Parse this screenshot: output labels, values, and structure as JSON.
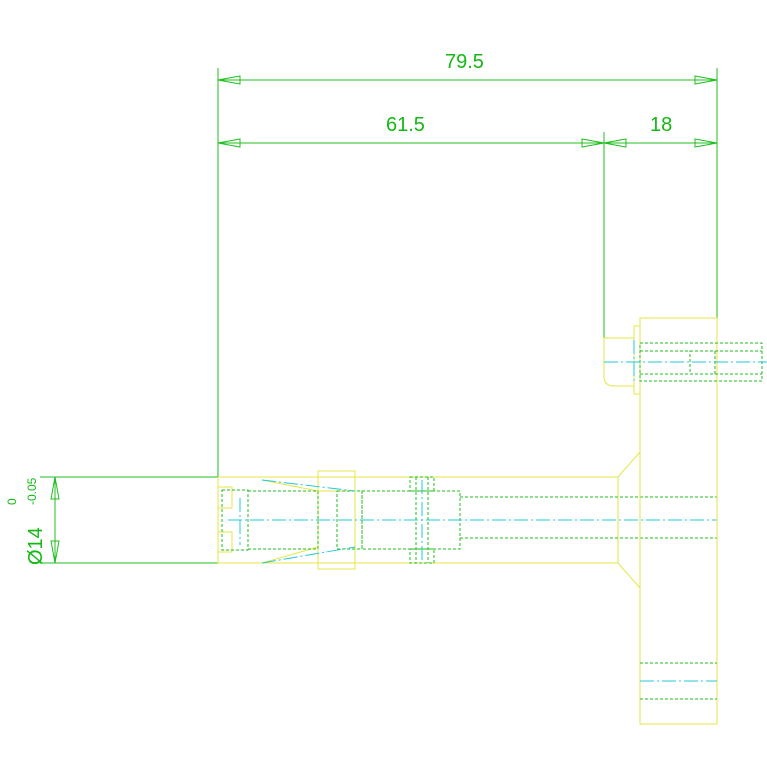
{
  "dimensions": {
    "overall_length": "79.5",
    "left_length": "61.5",
    "right_length": "18",
    "diameter": "Ø14",
    "tolerance_upper": "0",
    "tolerance_lower": "-0.05"
  },
  "colors": {
    "dimension": "#1fbf1f",
    "outline": "#e6e645",
    "centerline": "#22c8d8",
    "background": "#ffffff"
  }
}
